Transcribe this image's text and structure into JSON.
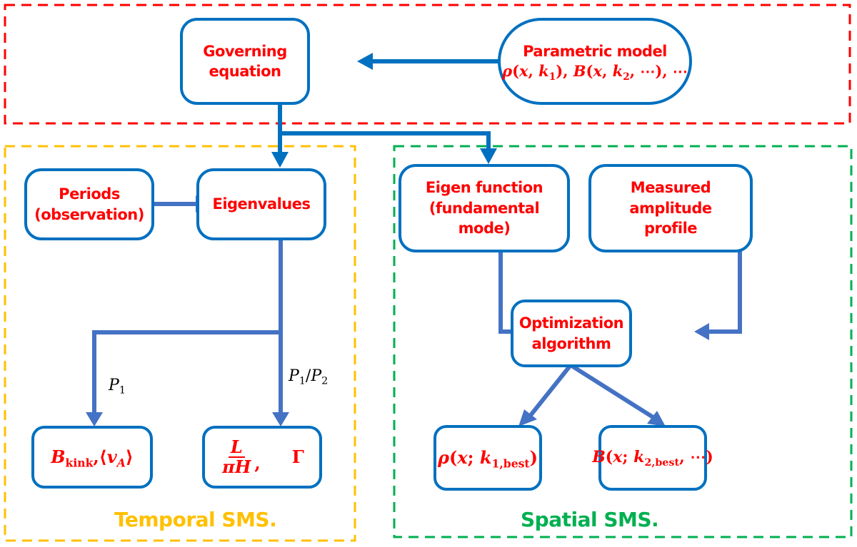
{
  "colors": {
    "box_border": "#0070C0",
    "arrow_primary": "#0070C0",
    "arrow_secondary": "#4472C4",
    "node_text": "#FF0000",
    "group_top": "#FF0000",
    "group_temporal": "#FFC000",
    "group_spatial": "#00B050",
    "edge_label": "#000000"
  },
  "groups": {
    "top": {
      "title": ""
    },
    "temporal": {
      "title": "Temporal SMS."
    },
    "spatial": {
      "title": "Spatial SMS."
    }
  },
  "nodes": {
    "governing": {
      "lines": [
        "Governing",
        "equation"
      ]
    },
    "parametric": {
      "title": "Parametric model",
      "formula": "ρ(x, k₁), B(x, k₂, ⋯), ⋯"
    },
    "periods": {
      "lines": [
        "Periods",
        "(observation)"
      ]
    },
    "eigenvalues": {
      "lines": [
        "Eigenvalues"
      ]
    },
    "eigenfunction": {
      "lines": [
        "Eigen function",
        "(fundamental mode)"
      ]
    },
    "measured": {
      "lines": [
        "Measured amplitude",
        "profile"
      ]
    },
    "optimization": {
      "lines": [
        "Optimization",
        "algorithm"
      ]
    },
    "bkink": {
      "B": "B",
      "kink": "kink",
      "sep": ",",
      "vA_open": "⟨",
      "v": "v",
      "A": "A",
      "vA_close": "⟩"
    },
    "lpih": {
      "num": "L",
      "den": "πH",
      "sep": ",",
      "gamma": "Γ"
    },
    "rho_best": {
      "rho": "ρ",
      "open": "(",
      "x": "x",
      "semi": ";",
      "k": "k",
      "sub": "1,best",
      "close": ")"
    },
    "b_best": {
      "B": "B",
      "open": "(",
      "x": "x",
      "semi": ";",
      "k": "k",
      "sub": "2,best",
      "rest": ", ⋯",
      "close": ")"
    }
  },
  "edge_labels": {
    "p1": {
      "P": "P",
      "sub": "1"
    },
    "p1p2": {
      "P1": "P",
      "sub1": "1",
      "slash": "/",
      "P2": "P",
      "sub2": "2"
    }
  },
  "parametric_formula": {
    "rho": "ρ",
    "x": "x",
    "k1": "k",
    "k1sub": "1",
    "B": "B",
    "k2": "k",
    "k2sub": "2",
    "dots": "⋯"
  }
}
